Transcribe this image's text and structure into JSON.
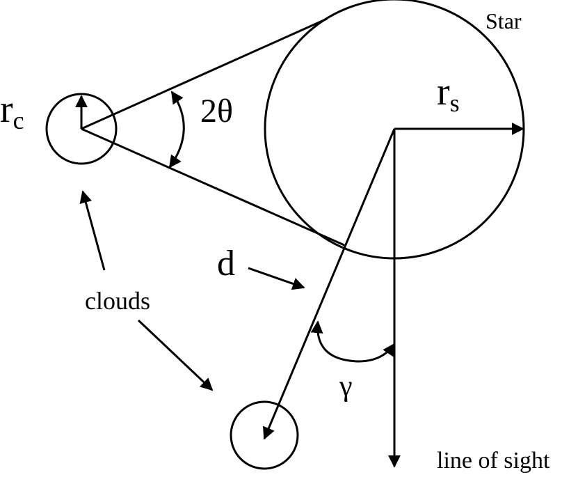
{
  "labels": {
    "star": "Star",
    "r_s_main": "r",
    "r_s_sub": "s",
    "r_c_main": "r",
    "r_c_sub": "c",
    "angle": "2θ",
    "distance": "d",
    "clouds": "clouds",
    "gamma": "γ",
    "line_of_sight": "line of sight"
  },
  "colors": {
    "ink": "#000000",
    "background": "#ffffff"
  }
}
